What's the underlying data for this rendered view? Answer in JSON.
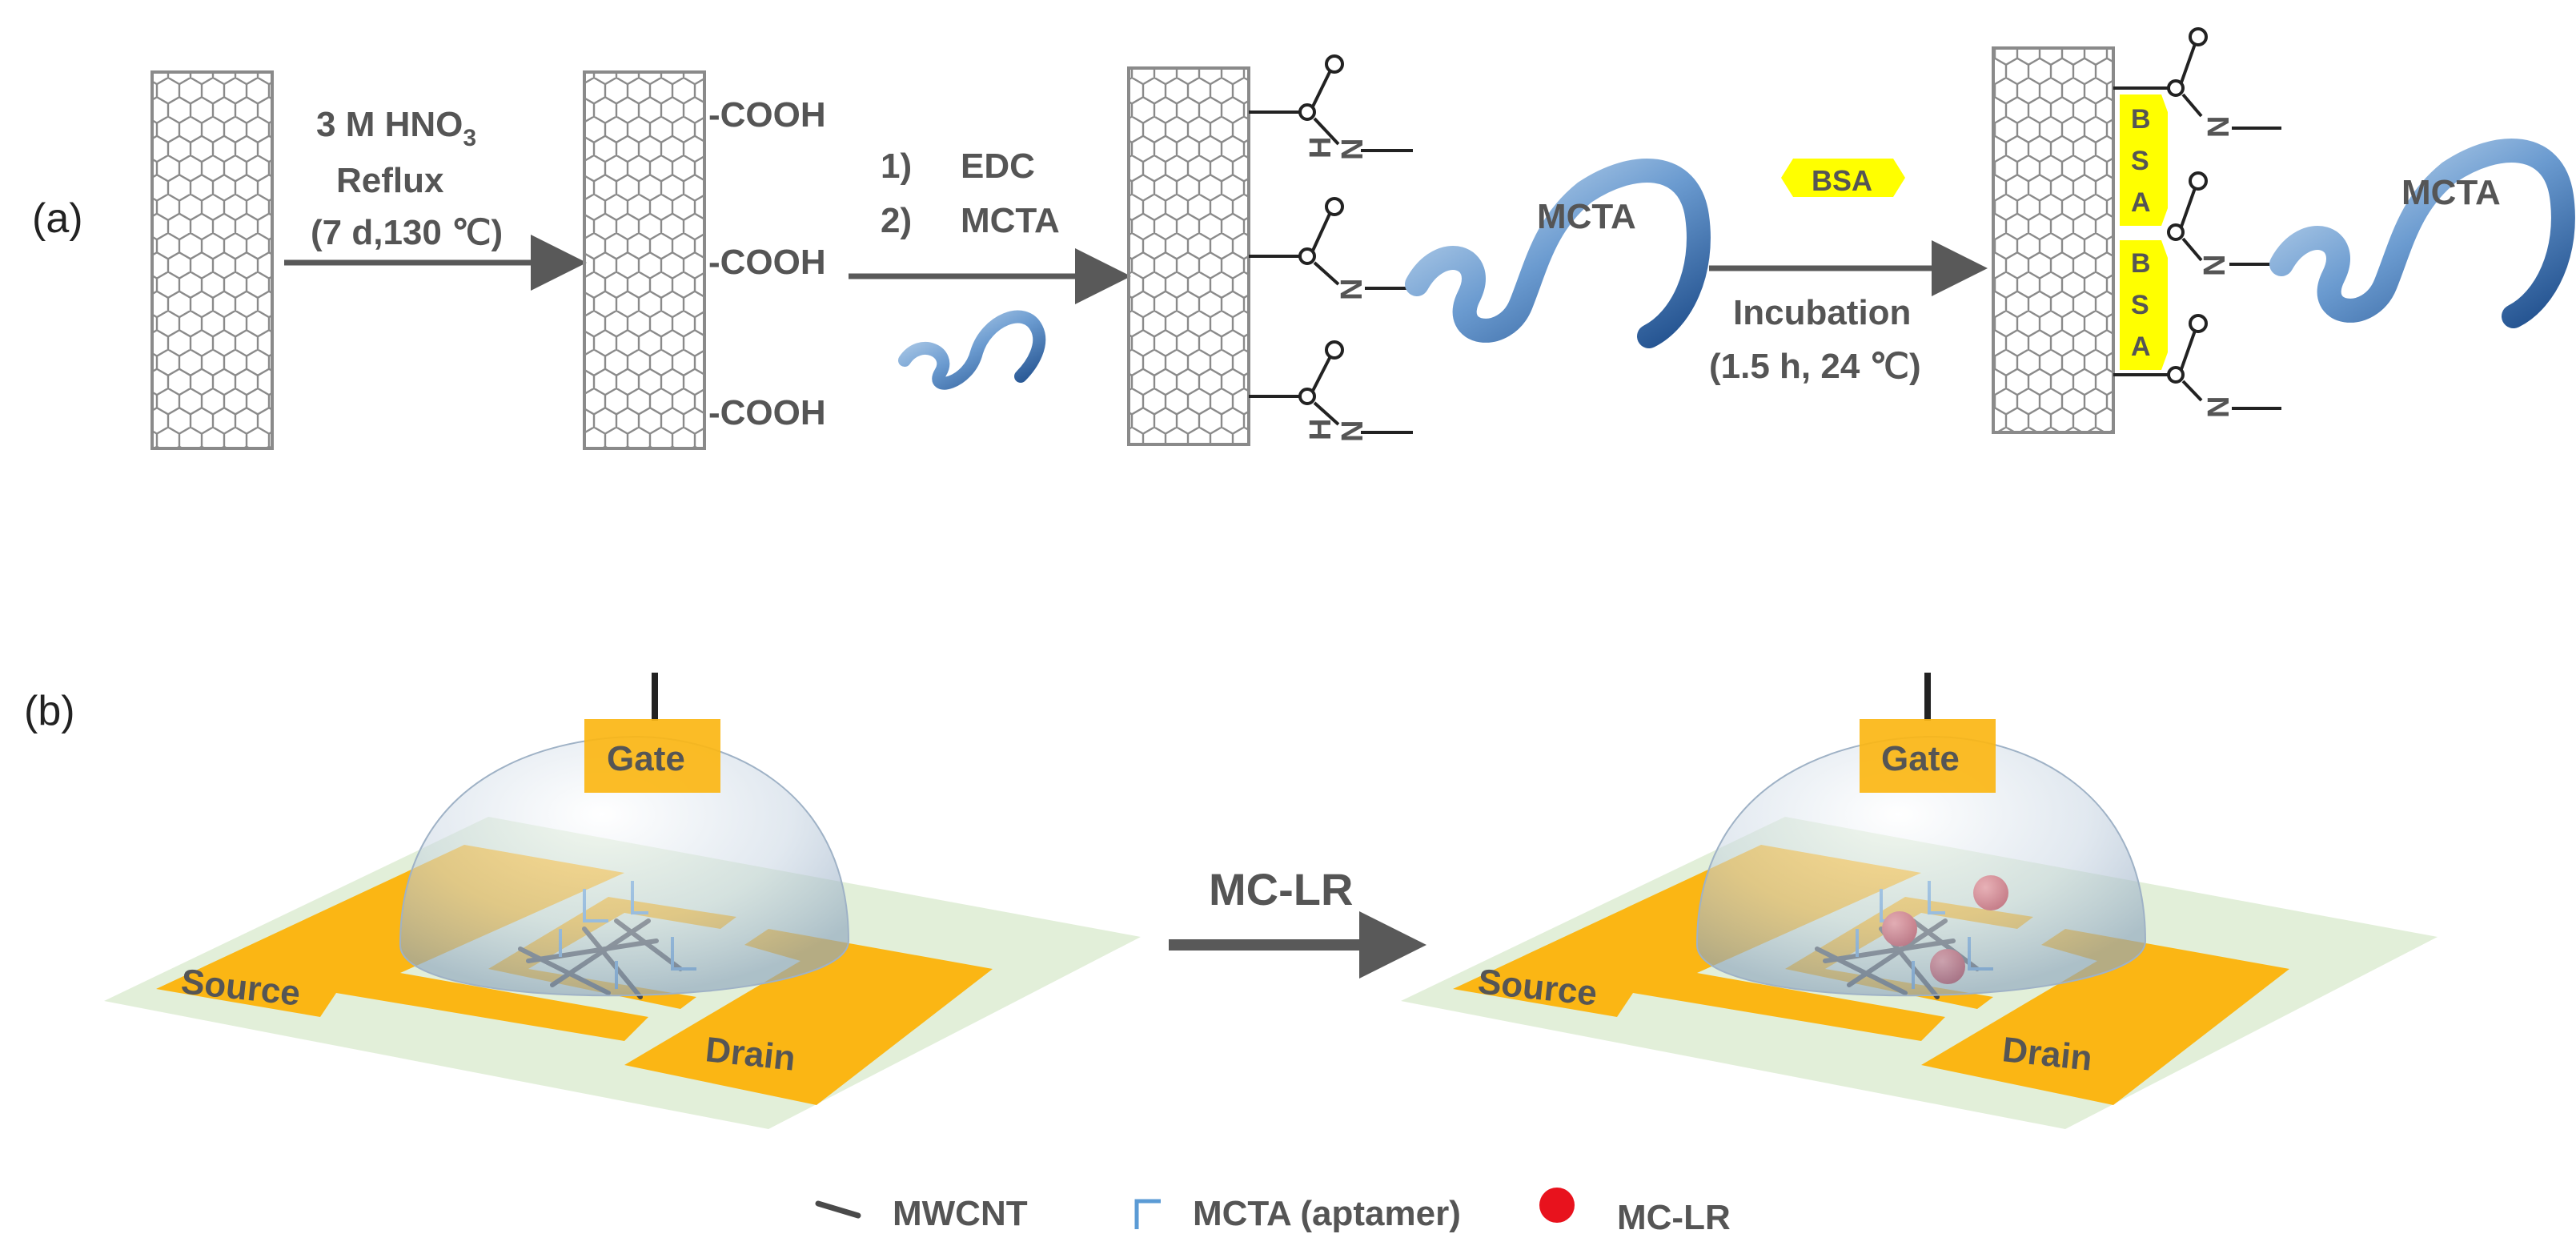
{
  "panel_a": {
    "label": "(a)",
    "step1": {
      "line1": "3 M HNO",
      "line1_sub": "3",
      "line2": "Reflux",
      "line3": "(7 d,130 ℃)"
    },
    "cooh": "-COOH",
    "step2": {
      "n1": "1)",
      "t1": "EDC",
      "n2": "2)",
      "t2": "MCTA"
    },
    "mcta": "MCTA",
    "amide_n": "N",
    "amide_h": "H",
    "amide_o": "O",
    "bsa_badge": "BSA",
    "bsa_letters": [
      "B",
      "S",
      "A"
    ],
    "step3": {
      "line1": "Incubation",
      "line2": "(1.5 h, 24 ℃)"
    }
  },
  "panel_b": {
    "label": "(b)",
    "gate": "Gate",
    "source": "Source",
    "drain": "Drain",
    "arrow_label": "MC-LR"
  },
  "legend": [
    {
      "text": "MWCNT",
      "icon": "mwcnt-line-icon"
    },
    {
      "text": "MCTA (aptamer)",
      "icon": "aptamer-bracket-icon"
    },
    {
      "text": "MC-LR",
      "icon": "red-dot-icon"
    }
  ],
  "colors": {
    "electrode": "#FBB614",
    "substrate": "#E2EFD9",
    "bsa": "#FFFF00",
    "mclr": "#E8121D",
    "arrow": "#595959",
    "aptamer": "#5B9BD5",
    "mcta_ribbon": "#3D6FA6"
  }
}
